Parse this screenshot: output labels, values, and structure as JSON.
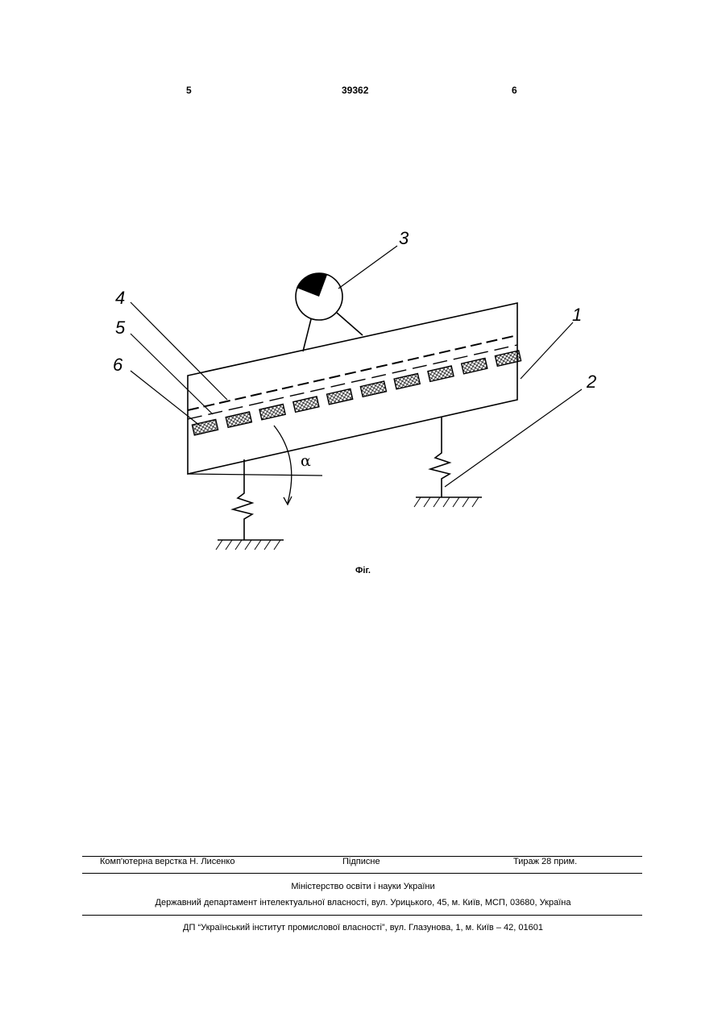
{
  "header": {
    "page_left": "5",
    "patent_number": "39362",
    "page_right": "6"
  },
  "figure": {
    "labels": {
      "one": "1",
      "two": "2",
      "three": "3",
      "four": "4",
      "five": "5",
      "six": "6",
      "angle": "α"
    },
    "caption": "Фіг."
  },
  "footer": {
    "typesetting": "Комп'ютерна верстка Н. Лисенко",
    "subscription": "Підписне",
    "circulation": "Тираж 28 прим.",
    "ministry": "Міністерство освіти і науки України",
    "department": "Державний департамент інтелектуальної власності, вул. Урицького, 45, м. Київ, МСП, 03680, Україна",
    "institute": "ДП “Український інститут промислової власності”, вул. Глазунова, 1, м. Київ – 42, 01601"
  }
}
